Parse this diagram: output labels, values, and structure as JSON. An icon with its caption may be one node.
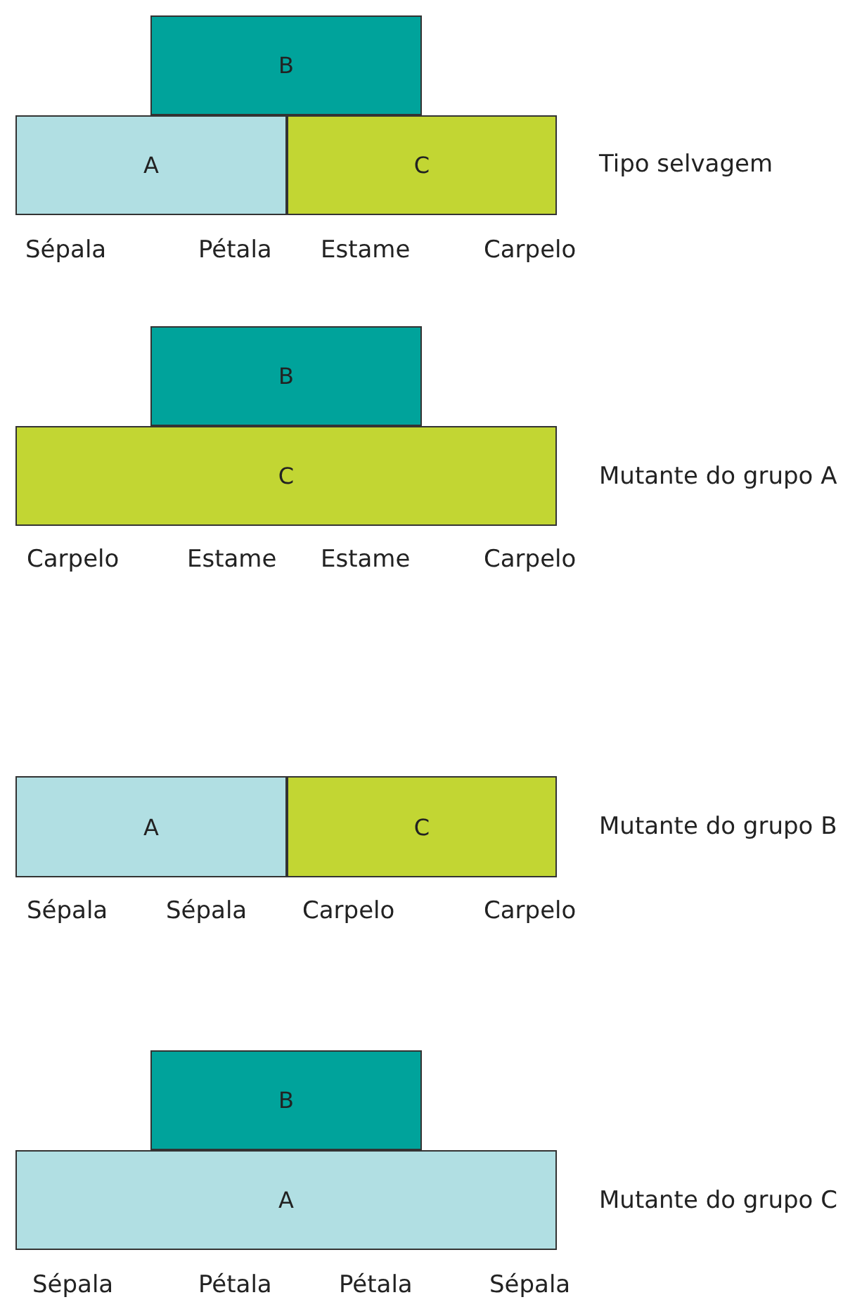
{
  "diagram": {
    "nodes": [
      {
        "text": [
          "B"
        ]
      },
      {
        "text": [
          "A"
        ]
      },
      {
        "text": [
          "C"
        ]
      },
      {
        "text": [
          "B"
        ]
      },
      {
        "text": [
          "C"
        ]
      },
      {
        "text": [
          "A"
        ]
      },
      {
        "text": [
          "C"
        ]
      },
      {
        "text": [
          "B"
        ]
      },
      {
        "text": [
          "A"
        ]
      }
    ],
    "labels": [
      "Tipo selvagem",
      "Sépala",
      "Pétala",
      "Estame",
      "Carpelo",
      "Mutante do grupo A",
      "Carpelo",
      "Estame",
      "Estame",
      "Carpelo",
      "Mutante do grupo B",
      "Sépala",
      "Sépala",
      "Carpelo",
      "Carpelo",
      "Mutante do grupo C",
      "Sépala",
      "Pétala",
      "Pétala",
      "Sépala"
    ]
  }
}
